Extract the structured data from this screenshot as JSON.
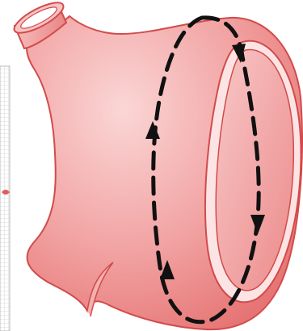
{
  "colors": {
    "background": "#ffffff",
    "tissue_fill_light": "#f8c9c9",
    "tissue_fill_mid": "#f29a9a",
    "tissue_fill_dark": "#e86a6a",
    "outline": "#d24b4b",
    "inner_rim": "#fde2e2",
    "flow_path": "#111111",
    "scale_strip_border": "#b9b9b9",
    "scale_strip_grid": "#d9d9d9",
    "marker": "#d24b4b"
  },
  "elements": {
    "left_scale_strip": {
      "description_icon": "ruler-strip-icon"
    },
    "vessel_outlet": {
      "description_icon": "tube-opening-icon"
    },
    "circulation_path": {
      "style": "dashed",
      "arrow_directions": [
        "up",
        "down",
        "down",
        "up"
      ]
    }
  }
}
